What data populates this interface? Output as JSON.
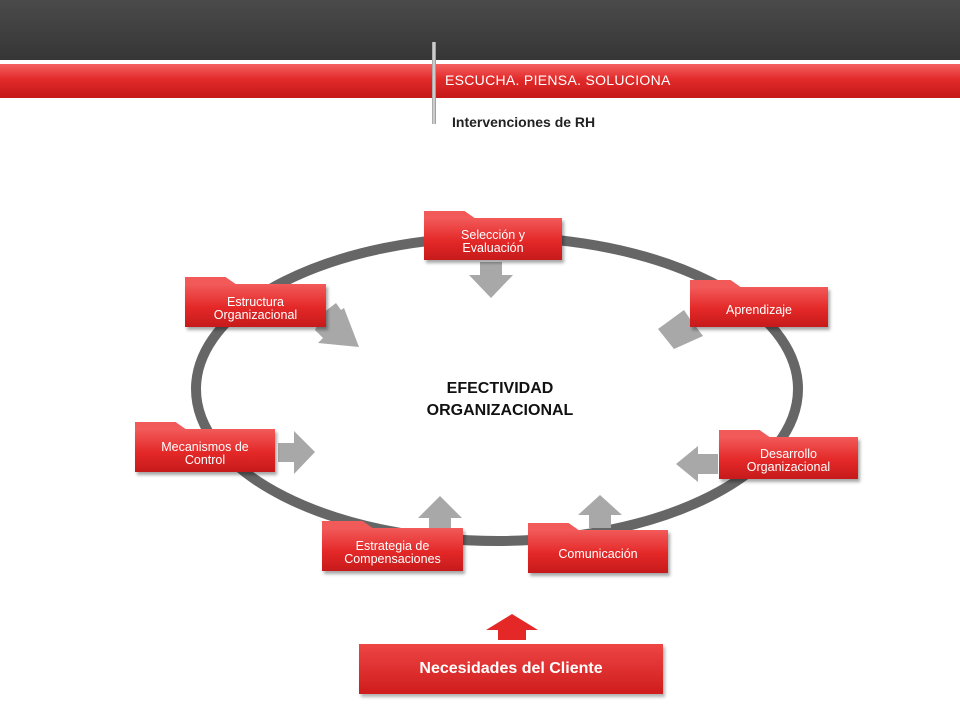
{
  "header": {
    "slogan": "ESCUCHA. PIENSA. SOLUCIONA",
    "subtitle": "Intervenciones de RH"
  },
  "diagram": {
    "center_label": "EFECTIVIDAD\nORGANIZACIONAL",
    "nodes": [
      {
        "id": "seleccion",
        "label": "Selección y\nEvaluación"
      },
      {
        "id": "aprendizaje",
        "label": "Aprendizaje"
      },
      {
        "id": "desarrollo",
        "label": "Desarrollo\nOrganizacional"
      },
      {
        "id": "comunicacion",
        "label": "Comunicación"
      },
      {
        "id": "compensaciones",
        "label": "Estrategia de\nCompensaciones"
      },
      {
        "id": "control",
        "label": "Mecanismos de\nControl"
      },
      {
        "id": "estructura",
        "label": "Estructura\nOrganizacional"
      }
    ],
    "client_need": "Necesidades del Cliente"
  },
  "colors": {
    "accent_red": "#e42828",
    "ring_gray": "#666666",
    "arrow_gray": "#a8a8a8",
    "header_dark": "#3d3d3d"
  }
}
